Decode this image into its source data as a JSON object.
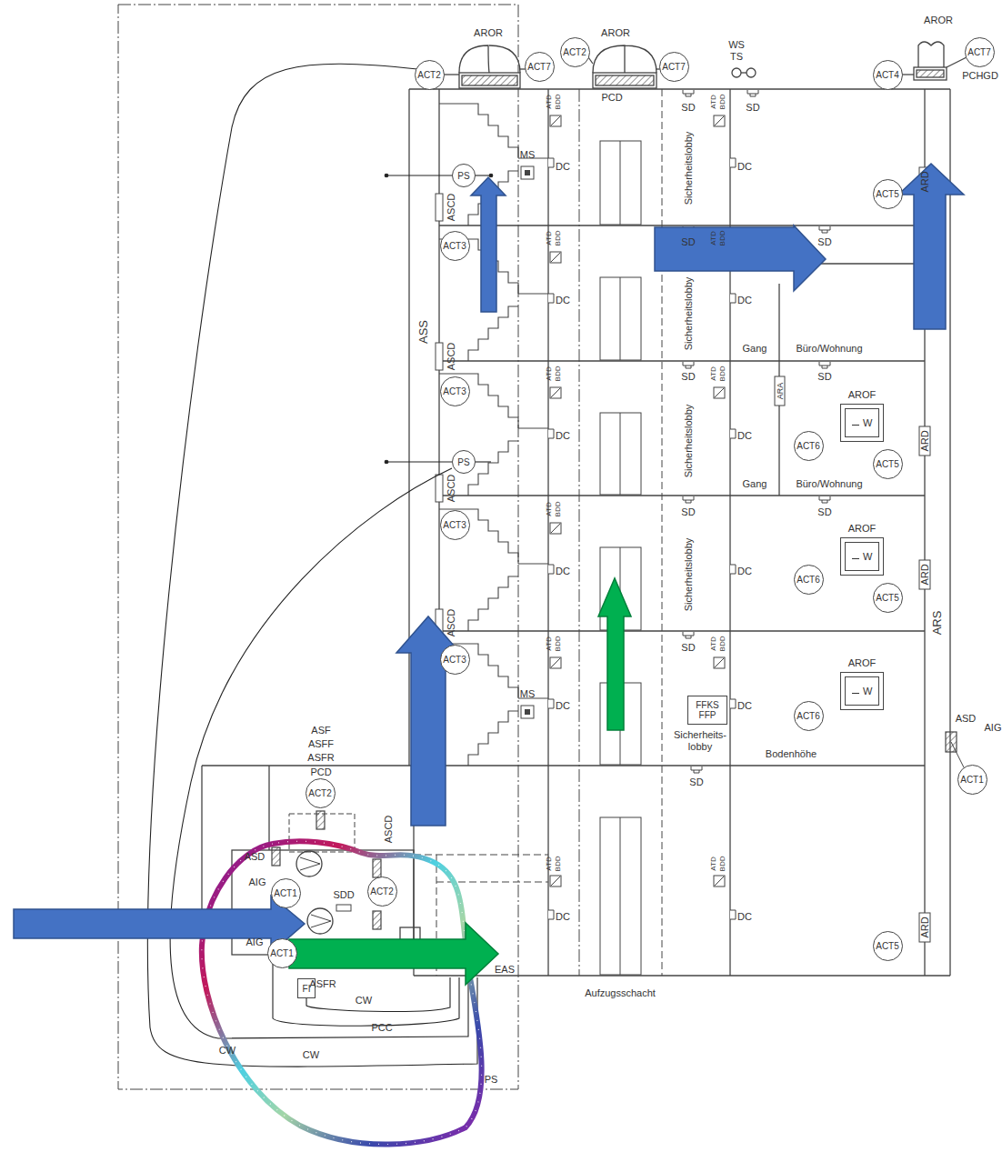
{
  "diagram": {
    "nodes": [
      {
        "text": [
          "ACT2"
        ]
      },
      {
        "text": [
          "ACT7"
        ]
      },
      {
        "text": [
          "ACT2"
        ]
      },
      {
        "text": [
          "ACT7"
        ]
      },
      {
        "text": [
          "ACT4"
        ]
      },
      {
        "text": [
          "ACT7"
        ]
      },
      {
        "text": [
          "PS"
        ]
      },
      {
        "text": [
          "ACT5"
        ]
      },
      {
        "text": [
          "ACT3"
        ]
      },
      {
        "text": [
          "ACT3"
        ]
      },
      {
        "text": [
          "AROF",
          "W"
        ]
      },
      {
        "text": [
          "ACT6"
        ]
      },
      {
        "text": [
          "PS"
        ]
      },
      {
        "text": [
          "ACT5"
        ]
      },
      {
        "text": [
          "ACT3"
        ]
      },
      {
        "text": [
          "AROF",
          "W"
        ]
      },
      {
        "text": [
          "ACT6"
        ]
      },
      {
        "text": [
          "ACT5"
        ]
      },
      {
        "text": [
          "ACT3"
        ]
      },
      {
        "text": [
          "AROF",
          "W"
        ]
      },
      {
        "text": [
          "FFKS FFP"
        ]
      },
      {
        "text": [
          "ACT6"
        ]
      },
      {
        "text": [
          "ACT1"
        ]
      },
      {
        "text": [
          "ACT2"
        ]
      },
      {
        "text": [
          "ACT1"
        ]
      },
      {
        "text": [
          "ACT2"
        ]
      },
      {
        "text": [
          "ACT1"
        ]
      },
      {
        "text": [
          "ACT5"
        ]
      },
      {
        "text": [
          "FI"
        ]
      }
    ],
    "labels": [
      "AROR",
      "AROR",
      "AROR",
      "WS",
      "TS",
      "PCHGD",
      "PCD",
      "ATD",
      "BDD",
      "SD",
      "ATD",
      "BDD",
      "SD",
      "MS",
      "DC",
      "Sicherheitslobby",
      "DC",
      "ARD",
      "ASCD",
      "ATD",
      "BDD",
      "SD",
      "ATD",
      "BDD",
      "SD",
      "DC",
      "Sicherheitslobby",
      "DC",
      "ASS",
      "Gang",
      "Büro/Wohnung",
      "ASCD",
      "ATD",
      "BDD",
      "SD",
      "ATD",
      "BDD",
      "SD",
      "ARA",
      "DC",
      "Sicherheitslobby",
      "DC",
      "ARD",
      "Gang",
      "Büro/Wohnung",
      "ASCD",
      "ATD",
      "BDD",
      "SD",
      "SD",
      "DC",
      "Sicherheitslobby",
      "DC",
      "ARD",
      "ARS",
      "ASCD",
      "ATD",
      "BDD",
      "SD",
      "ATD",
      "BDD",
      "MS",
      "DC",
      "DC",
      "Sicherheits- lobby",
      "ASD",
      "AIG",
      "ASF",
      "ASFF",
      "ASFR",
      "Bodenhöhe",
      "PCD",
      "SD",
      "ASCD",
      "ASD",
      "ATD",
      "BDD",
      "ATD",
      "BDD",
      "AIG",
      "SDD",
      "DC",
      "DC",
      "ARD",
      "AIG",
      "ASFR",
      "EAS",
      "Aufzugsschacht",
      "CW",
      "PCC",
      "CW",
      "CW",
      "PS"
    ]
  }
}
